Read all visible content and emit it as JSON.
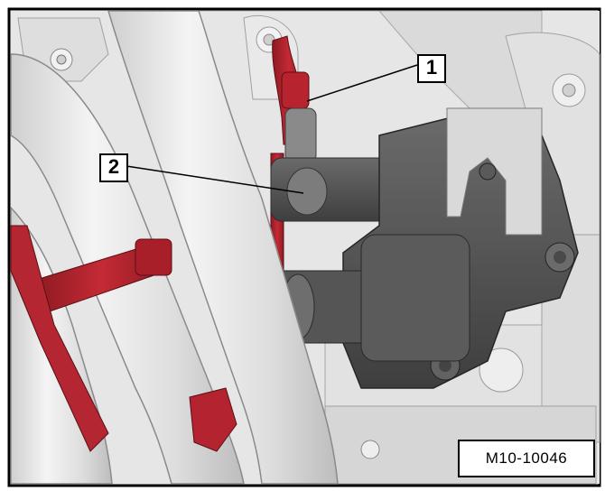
{
  "figure": {
    "callouts": [
      {
        "label": "1",
        "target": "red-hose-clamp"
      },
      {
        "label": "2",
        "target": "gray-pipe-fitting"
      }
    ],
    "figure_id": "M10-10046"
  },
  "colors": {
    "background": "#ffffff",
    "highlight_red": "#b8242f",
    "pipe_light": "#e4e4e4",
    "component_dark": "#4a4a4a",
    "border": "#000000"
  }
}
